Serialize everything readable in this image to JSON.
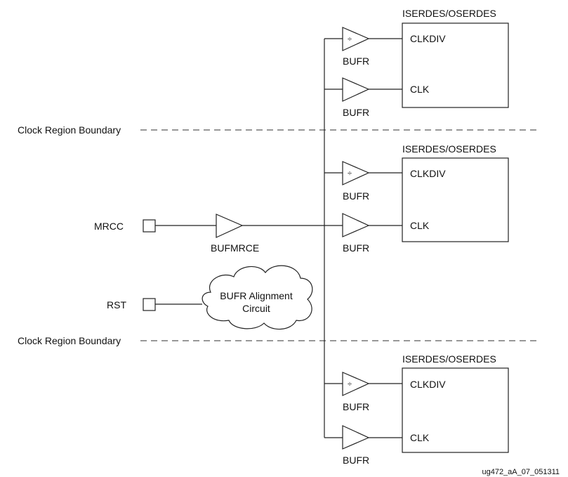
{
  "labels": {
    "clock_region_boundary": "Clock Region Boundary",
    "mrcc": "MRCC",
    "rst": "RST",
    "bufmrce": "BUFMRCE",
    "bufr": "BUFR",
    "divide_symbol": "÷",
    "alignment_line1": "BUFR Alignment",
    "alignment_line2": "Circuit",
    "serdes": "ISERDES/OSERDES",
    "clkdiv": "CLKDIV",
    "clk": "CLK",
    "figure_id": "ug472_aA_07_051311"
  }
}
